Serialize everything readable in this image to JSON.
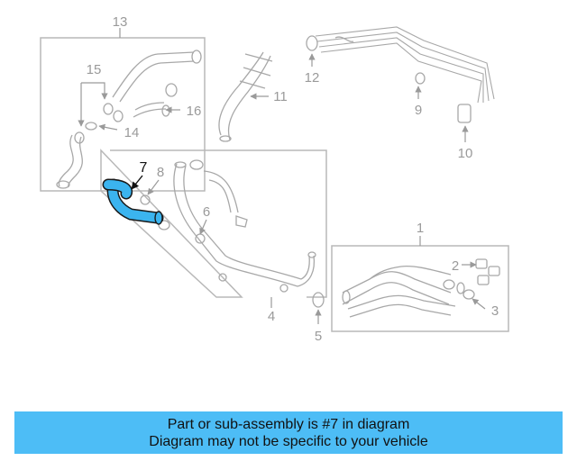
{
  "callouts": [
    "1",
    "2",
    "3",
    "4",
    "5",
    "6",
    "7",
    "8",
    "9",
    "10",
    "11",
    "12",
    "13",
    "14",
    "15",
    "16"
  ],
  "highlighted_part": "7",
  "colors": {
    "highlight": "#3bb4ef",
    "banner": "#4dbdf6",
    "linework": "#a8a8a8",
    "text_dark": "#111111"
  },
  "banner": {
    "line1": "Part or sub-assembly is #7 in diagram",
    "line2": "Diagram may not be specific to your vehicle"
  }
}
